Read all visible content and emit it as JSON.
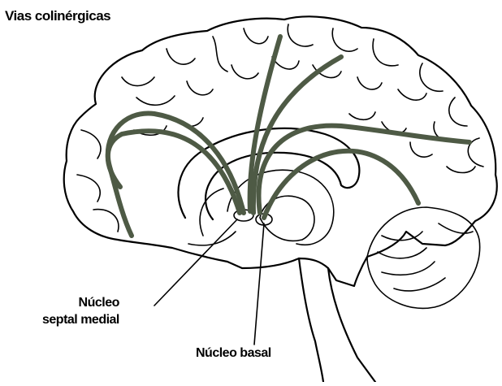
{
  "title": "Vias colinérgicas",
  "labels": {
    "septal_line1": "Núcleo",
    "septal_line2": "septal medial",
    "basal": "Núcleo basal"
  },
  "colors": {
    "pathway": "#4e5a45",
    "outline": "#000000",
    "background": "#ffffff"
  }
}
